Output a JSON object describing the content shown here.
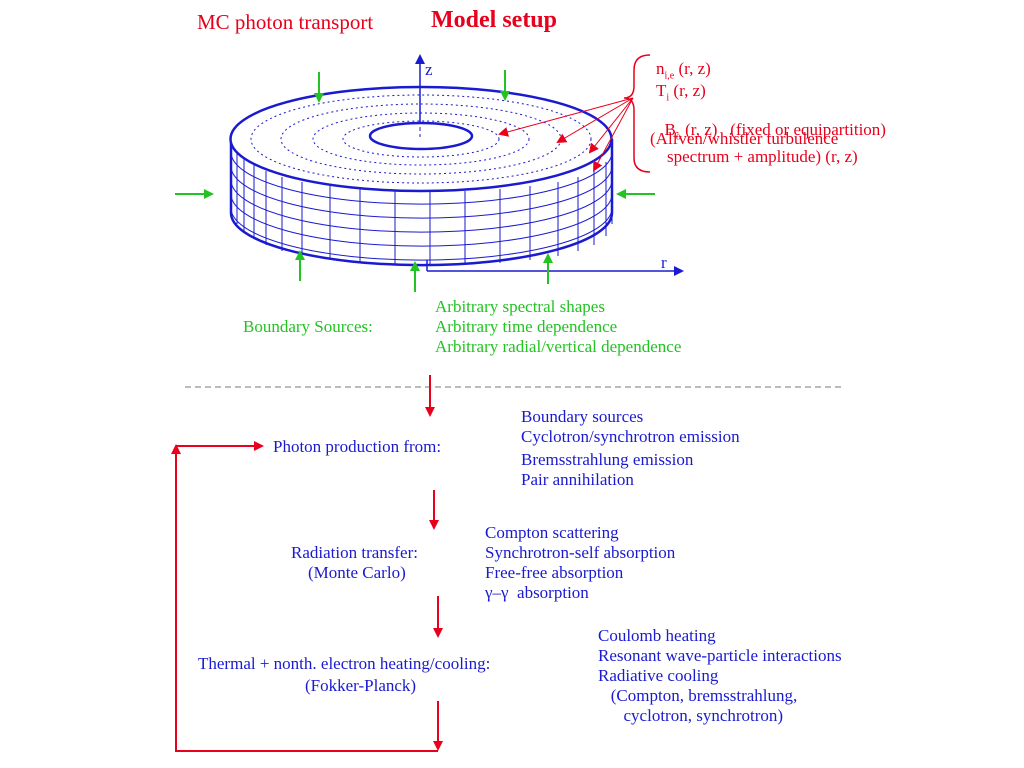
{
  "header": {
    "left_title": "MC photon transport",
    "right_title": "Model setup"
  },
  "disk": {
    "axis_z": "z",
    "axis_r": "r",
    "params": [
      {
        "sym": "n",
        "sub": "i,e",
        "rest": " (r, z)"
      },
      {
        "sym": "T",
        "sub": "i",
        "rest": " (r, z)"
      },
      {
        "sym": "B",
        "sub": "o",
        "rest": " (r, z)   (fixed or equipartition)"
      },
      {
        "sym": "",
        "sub": "",
        "rest": "(Alfven/whistler turbulence"
      },
      {
        "sym": "",
        "sub": "",
        "rest": "    spectrum + amplitude) (r, z)"
      }
    ]
  },
  "boundary": {
    "label": "Boundary Sources:",
    "items": [
      "Arbitrary spectral shapes",
      "Arbitrary time dependence",
      "Arbitrary radial/vertical dependence"
    ]
  },
  "flow": {
    "photon": {
      "label": "Photon production from:",
      "items": [
        "Boundary sources",
        "Cyclotron/synchrotron emission",
        "Bremsstrahlung emission",
        "Pair annihilation"
      ]
    },
    "radiation": {
      "label": "Radiation transfer:",
      "sublabel": "(Monte Carlo)",
      "items": [
        "Compton scattering",
        "Synchrotron-self absorption",
        "Free-free absorption",
        "γ–γ  absorption"
      ]
    },
    "thermal": {
      "label": "Thermal + nonth. electron heating/cooling:",
      "sublabel": "(Fokker-Planck)",
      "items": [
        "Coulomb heating",
        "Resonant wave-particle interactions",
        "Radiative cooling",
        "   (Compton, bremsstrahlung,",
        "      cyclotron, synchrotron)"
      ]
    }
  },
  "colors": {
    "title_red": "#e8001c",
    "diagram_blue": "#1a1ad0",
    "source_green": "#22c322",
    "divider_gray": "#777777"
  }
}
